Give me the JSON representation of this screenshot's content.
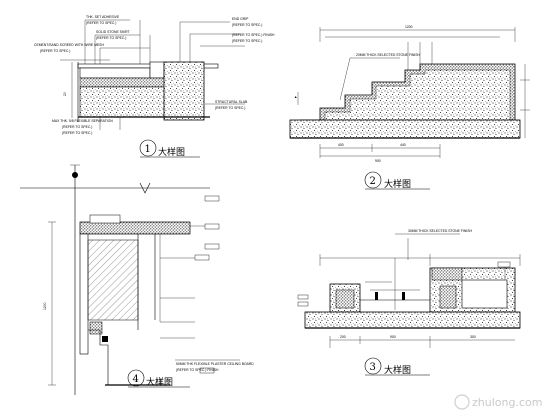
{
  "detail1": {
    "leader_notes_left": [
      "THK. SET ADHESIVE",
      "(REFER TO SPEC.)",
      "SOLID STONE SKIRT",
      "(REFER TO SPEC.)",
      "CEMENT/SAND SCREED WITH WIRE MESH",
      "(REFER TO SPEC.)"
    ],
    "leader_notes_right": [
      "END GRIP",
      "(REFER TO SPEC.)",
      "(REFER TO SPEC.) FINISH",
      "(REFER TO SPEC.)",
      "STRUCTURAL SLAB",
      "(REFER TO SPEC.)"
    ],
    "bottom_notes": [
      "MAX THK. 5/8 FLEXIBLE SEPARATION",
      "(REFER TO SPEC.)",
      "(REFER TO SPEC.)"
    ],
    "caption_num": "1",
    "caption_text": "大样图"
  },
  "detail2": {
    "dim_top": "1200",
    "note": "20MM THICK SELECTED STONE FINISH",
    "dims_bottom": [
      "400",
      "440"
    ],
    "dim_bottom_total": "900",
    "caption_num": "2",
    "caption_text": "大样图"
  },
  "detail3": {
    "note": "30MM THICK SELECTED STONE FINISH",
    "dims_bottom": [
      "200",
      "900",
      "300"
    ],
    "caption_num": "3",
    "caption_text": "大样图"
  },
  "detail4": {
    "dim_side": "1200",
    "note_bottom": "50MM THK FLEXIBLE PLASTER CEILING BOARD",
    "note_bottom2": "(REFER TO SPEC.) FINISH",
    "caption_num": "4",
    "caption_text": "大样图"
  },
  "watermark": "zhulong.com"
}
